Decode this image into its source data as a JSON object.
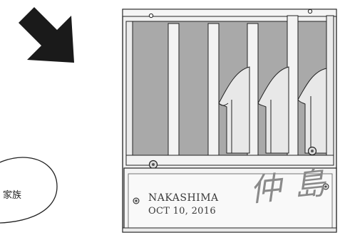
{
  "bubble": {
    "text": "家族"
  },
  "nameplate": {
    "name": "NAKASHIMA",
    "date": "OCT 10, 2016",
    "kanji": "仲 島"
  },
  "icons": {
    "arrow": "down-right-arrow-icon",
    "screws": "screw-icon"
  },
  "colors": {
    "panel_fill": "#a9a9a9",
    "frame": "#eeeeee",
    "outline": "#222222",
    "arrow": "#1a1a1a"
  }
}
